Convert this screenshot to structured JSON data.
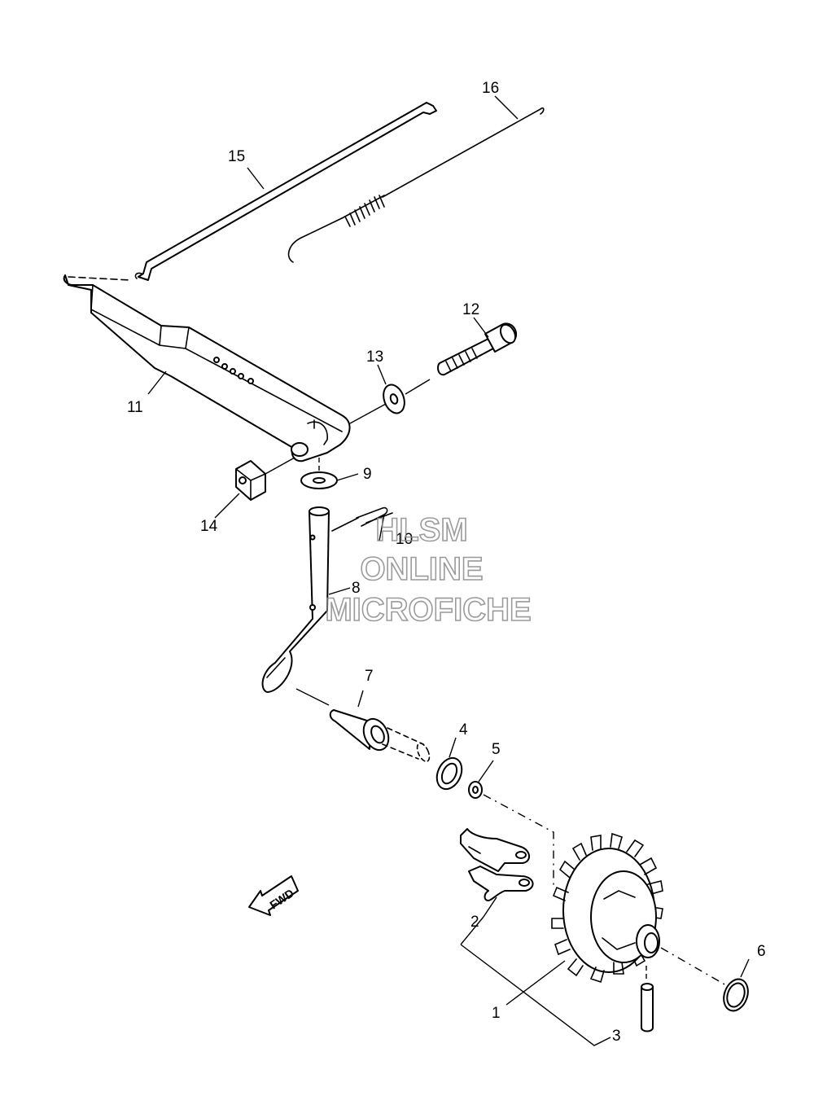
{
  "callouts": [
    {
      "id": "1",
      "label": "1"
    },
    {
      "id": "2",
      "label": "2"
    },
    {
      "id": "3",
      "label": "3"
    },
    {
      "id": "4",
      "label": "4"
    },
    {
      "id": "5",
      "label": "5"
    },
    {
      "id": "6",
      "label": "6"
    },
    {
      "id": "7",
      "label": "7"
    },
    {
      "id": "8",
      "label": "8"
    },
    {
      "id": "9",
      "label": "9"
    },
    {
      "id": "10",
      "label": "10"
    },
    {
      "id": "11",
      "label": "11"
    },
    {
      "id": "12",
      "label": "12"
    },
    {
      "id": "13",
      "label": "13"
    },
    {
      "id": "14",
      "label": "14"
    },
    {
      "id": "15",
      "label": "15"
    },
    {
      "id": "16",
      "label": "16"
    }
  ],
  "fwd_label": "FWD",
  "watermark": {
    "line1": "HLSM",
    "line2": "ONLINE",
    "line3": "MICROFICHE"
  }
}
